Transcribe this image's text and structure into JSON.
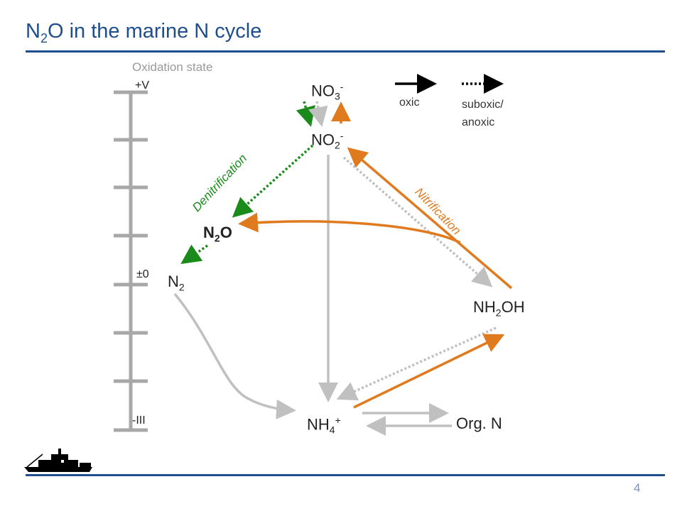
{
  "header": {
    "title_pre": "N",
    "title_sub": "2",
    "title_post": "O in the marine N cycle"
  },
  "page_number": "4",
  "axis": {
    "title": "Oxidation state",
    "top_label": "+V",
    "mid_label": "±0",
    "bottom_label": "-III"
  },
  "species": {
    "no3": {
      "base": "NO",
      "sub": "3",
      "sup": "-"
    },
    "no2": {
      "base": "NO",
      "sub": "2",
      "sup": "-"
    },
    "n2o": {
      "base": "N",
      "sub": "2",
      "post": "O"
    },
    "n2": {
      "base": "N",
      "sub": "2"
    },
    "nh2oh": {
      "base": "NH",
      "sub": "2",
      "post": "OH"
    },
    "nh4": {
      "base": "NH",
      "sub": "4",
      "sup": "+"
    },
    "orgn": {
      "text": "Org. N"
    }
  },
  "legend": {
    "oxic": "oxic",
    "suboxic_line1": "suboxic/",
    "suboxic_line2": "anoxic"
  },
  "processes": {
    "denitrification": "Denitrification",
    "nitrification": "Nitrification"
  },
  "colors": {
    "title": "#1f4e8c",
    "nitrification": "#e07a1f",
    "denitrification": "#1a8a1a",
    "other": "#c0c0c0",
    "scale": "#a8a8a8"
  },
  "icons": [
    "ship-icon"
  ]
}
